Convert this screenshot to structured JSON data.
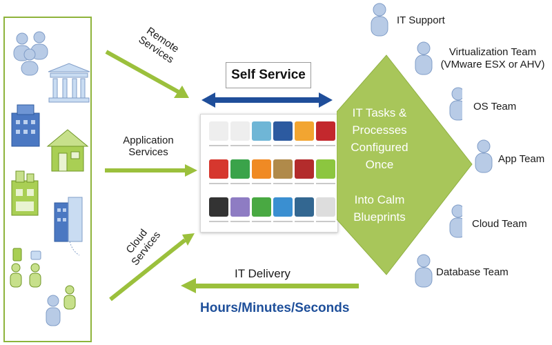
{
  "inputs": [
    {
      "label": "Remote\nServices"
    },
    {
      "label": "Application\nServices"
    },
    {
      "label": "Cloud\nServices"
    }
  ],
  "self_service": "Self Service",
  "diamond": {
    "line1": "IT Tasks &",
    "line2": "Processes",
    "line3": "Configured",
    "line4": "Once",
    "line5": "Into Calm",
    "line6": "Blueprints"
  },
  "teams": [
    {
      "label": "IT Support"
    },
    {
      "label": "Virtualization Team\n(VMware ESX or AHV)"
    },
    {
      "label": "OS Team"
    },
    {
      "label": "App Team"
    },
    {
      "label": "Cloud Team"
    },
    {
      "label": "Database Team"
    }
  ],
  "delivery": "IT Delivery",
  "hours": "Hours/Minutes/Seconds",
  "colors": {
    "green": "#9bc03c",
    "green_dark": "#7ea32c",
    "blue_arrow": "#1f4e9a",
    "person_blue": "#b8cbe6",
    "person_outline": "#7f9cc7"
  },
  "icons": [
    "people-icon",
    "bank-icon",
    "office-building-icon",
    "store-icon",
    "factory-icon",
    "tower-building-icon",
    "mobile-users-icon",
    "person-icon"
  ],
  "app_tiles": [
    {
      "name": "app-tile-1",
      "color": "#eeeeee"
    },
    {
      "name": "app-tile-2",
      "color": "#eeeeee"
    },
    {
      "name": "app-tile-3",
      "color": "#6fb6d6"
    },
    {
      "name": "app-tile-4",
      "color": "#2c5aa0"
    },
    {
      "name": "app-tile-5",
      "color": "#f2a531"
    },
    {
      "name": "app-tile-6",
      "color": "#c3282d"
    },
    {
      "name": "app-tile-7",
      "color": "#d6372e"
    },
    {
      "name": "app-tile-8",
      "color": "#3aa34a"
    },
    {
      "name": "app-tile-9",
      "color": "#f08a24"
    },
    {
      "name": "app-tile-10",
      "color": "#b08a4a"
    },
    {
      "name": "app-tile-11",
      "color": "#b32c2c"
    },
    {
      "name": "app-tile-12",
      "color": "#8cc63f"
    },
    {
      "name": "app-tile-13",
      "color": "#333333"
    },
    {
      "name": "app-tile-14",
      "color": "#8e7cc3"
    },
    {
      "name": "app-tile-15",
      "color": "#49a942"
    },
    {
      "name": "app-tile-16",
      "color": "#3a8fd1"
    },
    {
      "name": "app-tile-17",
      "color": "#336791"
    },
    {
      "name": "app-tile-18",
      "color": "#dddddd"
    }
  ]
}
